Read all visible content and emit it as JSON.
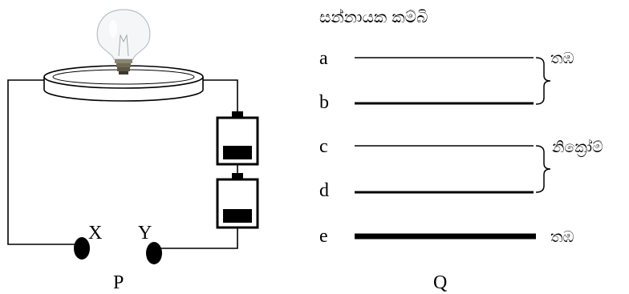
{
  "circuit_p": {
    "panel_label": "P",
    "terminal_x": "X",
    "terminal_y": "Y",
    "components": [
      "bulb-icon",
      "battery-cell-icon",
      "battery-cell-icon",
      "terminal-knob-icon"
    ]
  },
  "wires_q": {
    "title": "සන්නායක කම්බි",
    "panel_label": "Q",
    "wires": [
      {
        "label": "a"
      },
      {
        "label": "b"
      },
      {
        "label": "c"
      },
      {
        "label": "d"
      },
      {
        "label": "e"
      }
    ],
    "groups": [
      {
        "material": "තඹ"
      },
      {
        "material": "නික්‍රෝම්"
      }
    ],
    "single_material": "තඹ"
  }
}
